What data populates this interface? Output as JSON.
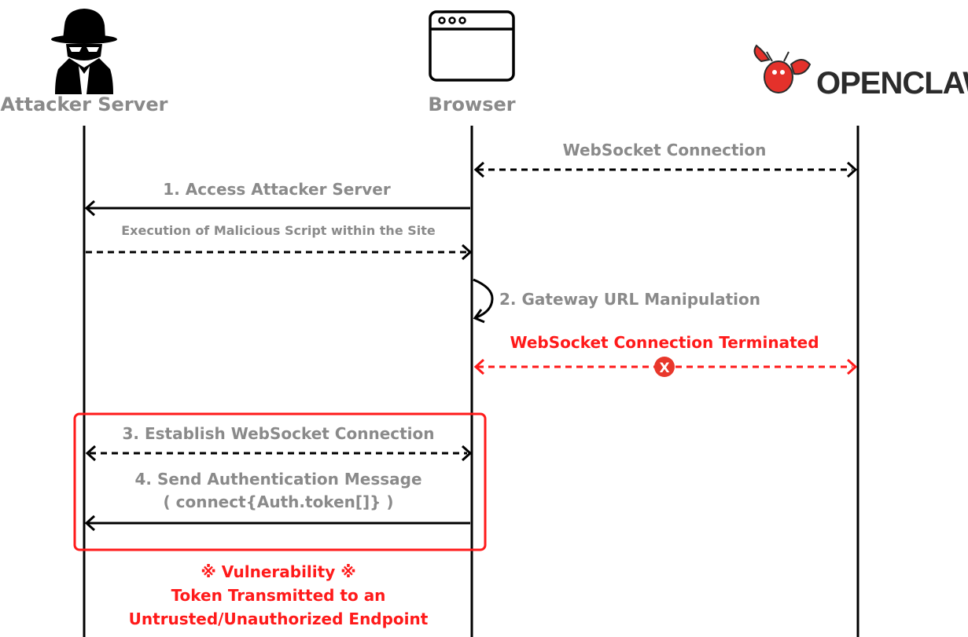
{
  "participants": {
    "attacker": "Attacker Server",
    "browser": "Browser",
    "openclaw_logo": "OPENCLAW"
  },
  "messages": {
    "websocket_connection": "WebSocket Connection",
    "access_attacker": "1. Access Attacker Server",
    "malicious_script": "Execution of Malicious Script within the Site",
    "gateway_manipulation": "2. Gateway URL Manipulation",
    "connection_terminated": "WebSocket Connection Terminated",
    "terminated_marker": "X",
    "establish_ws": "3. Establish WebSocket Connection",
    "send_auth": "4. Send Authentication Message",
    "auth_payload": "( connect{Auth.token[]} )"
  },
  "vulnerability": {
    "line1": "※ Vulnerability ※",
    "line2": "Token Transmitted to an",
    "line3": "Untrusted/Unauthorized Endpoint"
  },
  "colors": {
    "line": "#000000",
    "label_gray": "#8a8a8a",
    "alert_red": "#ff1a1a",
    "x_badge": "#e8372b",
    "logo_red": "#e4312b",
    "logo_dark": "#2b2b2b"
  }
}
